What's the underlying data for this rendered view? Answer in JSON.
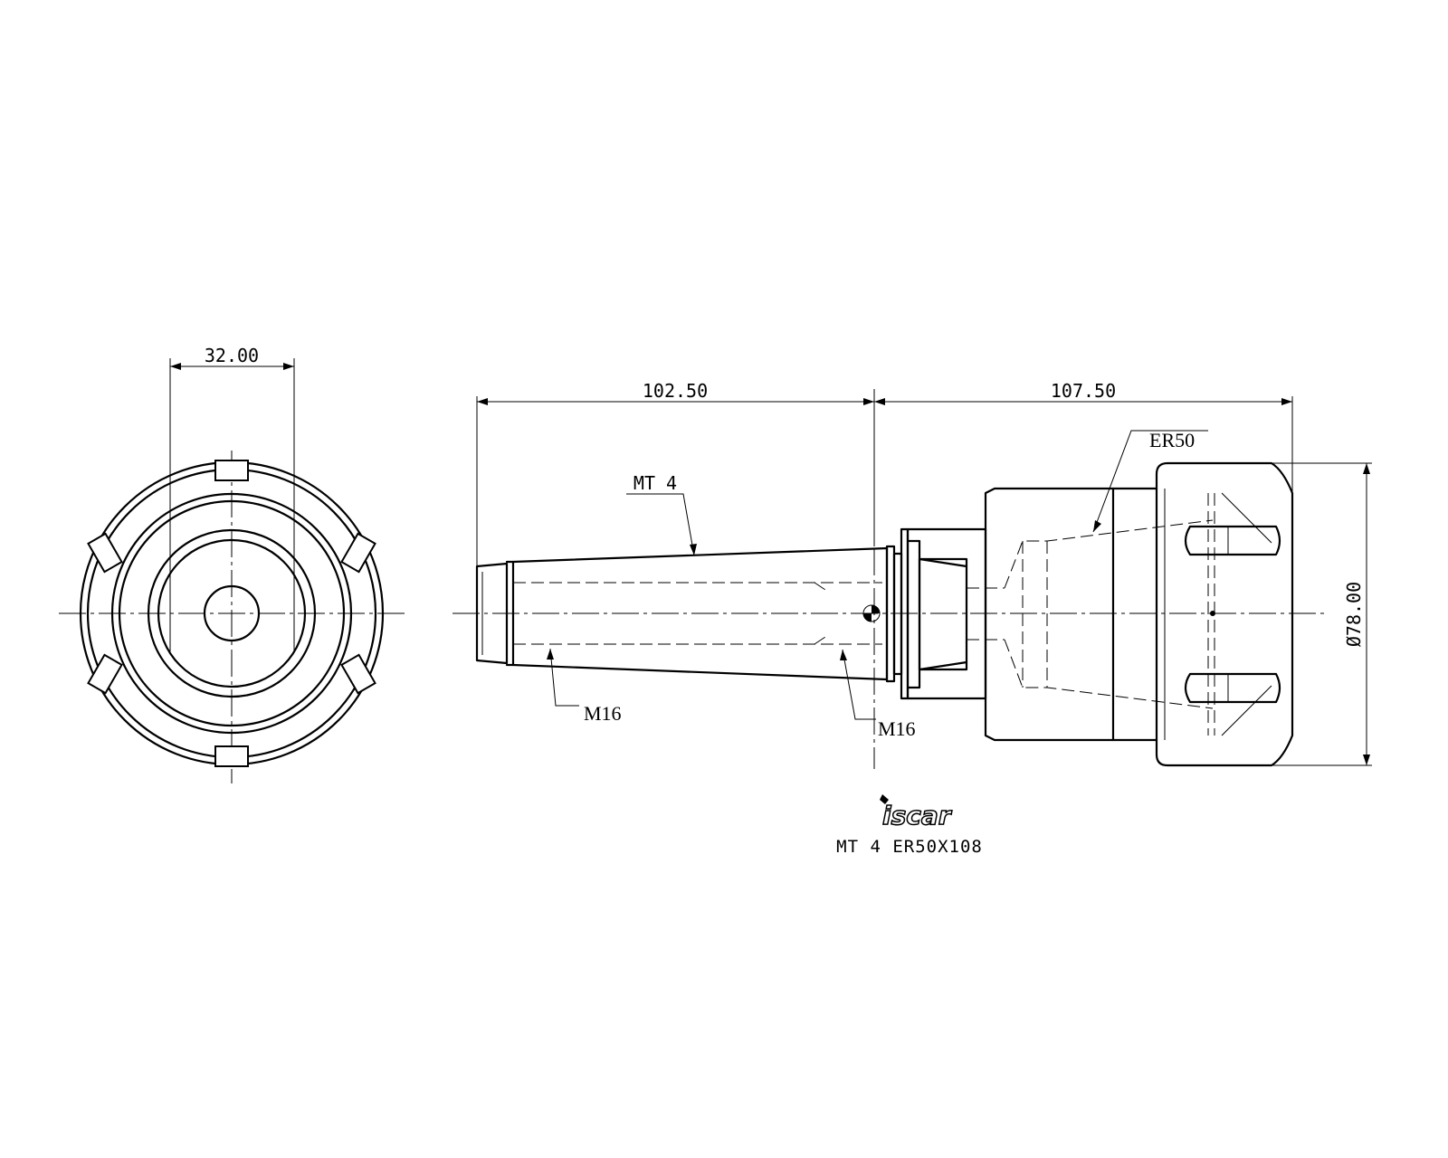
{
  "dimensions": {
    "nut_flat_width": "32.00",
    "shank_length": "102.50",
    "body_length": "107.50",
    "outer_diameter": "Ø78.00"
  },
  "callouts": {
    "taper": "MT 4",
    "collet": "ER50",
    "thread_rear": "M16",
    "thread_front": "M16"
  },
  "title_block": {
    "brand": "iscar",
    "designation": "MT 4 ER50X108"
  }
}
